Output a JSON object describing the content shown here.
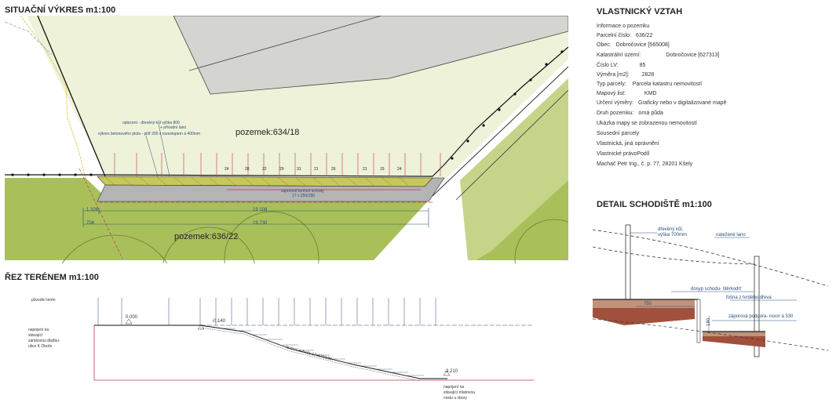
{
  "situation": {
    "title": "SITUAČNÍ VÝKRES m1:100",
    "parcel_top": "pozemek:634/18",
    "parcel_bottom": "pozemek:636/22",
    "note_fence_1": "oplocení - dřevěný kůl výška 800",
    "note_fence_2": "+ přívodní lano",
    "note_fence_3": "výkres betonového plotu - pilíř 200 s rozestupem á 400mm",
    "note_stairs": "záporové terénní schody",
    "note_stairs_size": "17 x 250/180",
    "dim_1": "1 326",
    "dim_2": "19 108",
    "dim_3": "704",
    "dim_4": "19 730",
    "step_labels": [
      "24",
      "28",
      "22",
      "29",
      "31",
      "21",
      "26",
      "21",
      "19",
      "24"
    ]
  },
  "section": {
    "title": "ŘEZ TERÉNEM m1:100",
    "label_original": "původní terén",
    "level_start": "0.000",
    "level_mid": "-0.140",
    "level_end": "-3.210",
    "label_stairs": "terénní schody 17x170/180",
    "left_note": [
      "napojení na",
      "stávající",
      "zámkovou dlažbu-",
      "ulice K Oboře"
    ],
    "right_note": [
      "napojení na",
      "stávající mlatovou",
      "cestu u obory"
    ]
  },
  "ownership": {
    "title": "VLASTNICKÝ VZTAH",
    "rows": [
      {
        "label": "Informace o pozemku",
        "value": ""
      },
      {
        "label": "Parcelní číslo:",
        "value": "636/22"
      },
      {
        "label": "Obec:",
        "value": "Dobročovice [565008]"
      },
      {
        "label": "Katastrální území:",
        "value": "Dobročovice [627313]"
      },
      {
        "label": "Číslo LV:",
        "value": "85"
      },
      {
        "label": "Výměra [m2]:",
        "value": "2828"
      },
      {
        "label": "Typ parcely:",
        "value": "Parcela katastru nemovitostí"
      },
      {
        "label": "Mapový list:",
        "value": "KMD"
      },
      {
        "label": "Určení výměry:",
        "value": "Graficky nebo v digitalizované mapě"
      },
      {
        "label": "Druh pozemku:",
        "value": "orná půda"
      },
      {
        "label": "Ukázka mapy se zobrazenou nemovitostí",
        "value": ""
      },
      {
        "label": "Sousední parcely",
        "value": ""
      },
      {
        "label": "Vlastnická, jiná oprávnění",
        "value": ""
      },
      {
        "label": "Vlastnické právoPodíl",
        "value": ""
      },
      {
        "label": "Machač Petr Ing., č. p. 77, 28201 Kšely",
        "value": ""
      }
    ]
  },
  "detail": {
    "title": "DETAIL SCHODIŠTĚ m1:100",
    "label_post": "dřevěný kůl,",
    "label_post_height": "výška 700mm",
    "label_rope": "natežené lano",
    "label_fill": "dosyp schodu- štěrkodrť",
    "label_board": "fošna z tvrdého dřeva",
    "label_support": "záporová podpora- roxor á 330",
    "dim_step": "750",
    "dim_rise": "180"
  },
  "colors": {
    "grass": "#a9c05a",
    "light_area": "#eef2d8",
    "building": "#d4d4d0",
    "stairs_fill": "#c8c85a",
    "gray_fill": "#b4b4b4",
    "soil": "#a0503c"
  }
}
